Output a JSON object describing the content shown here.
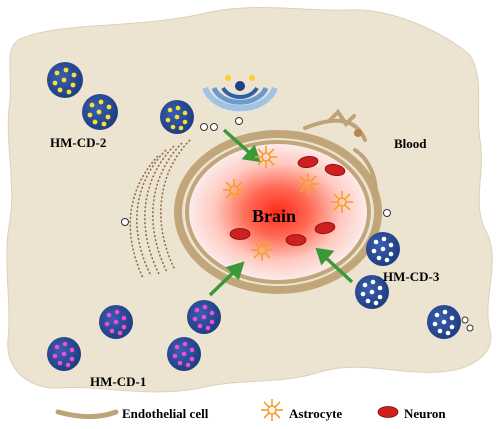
{
  "labels": {
    "hm_cd_2": "HM-CD-2",
    "hm_cd_1": "HM-CD-1",
    "hm_cd_3": "HM-CD-3",
    "blood": "Blood",
    "brain": "Brain"
  },
  "legend": {
    "endothelial": "Endothelial cell",
    "astrocyte": "Astrocyte",
    "neuron": "Neuron"
  },
  "colors": {
    "background_cell": "#ede3d1",
    "membrane": "#bfa378",
    "particle_body": "#1f3f82",
    "hm_cd_2_dots": "#f4e23a",
    "hm_cd_1_dots": "#ee4fd6",
    "hm_cd_3_dots": "#ffffff",
    "arrow": "#3a9a38",
    "astrocyte": "#f4a12a",
    "neuron": "#cf1f1f",
    "brain_glow": "#ff2a1a"
  },
  "icons": [
    "nanoparticle-icon",
    "astrocyte-icon",
    "neuron-icon",
    "endothelial-membrane-icon",
    "arrow-icon"
  ]
}
